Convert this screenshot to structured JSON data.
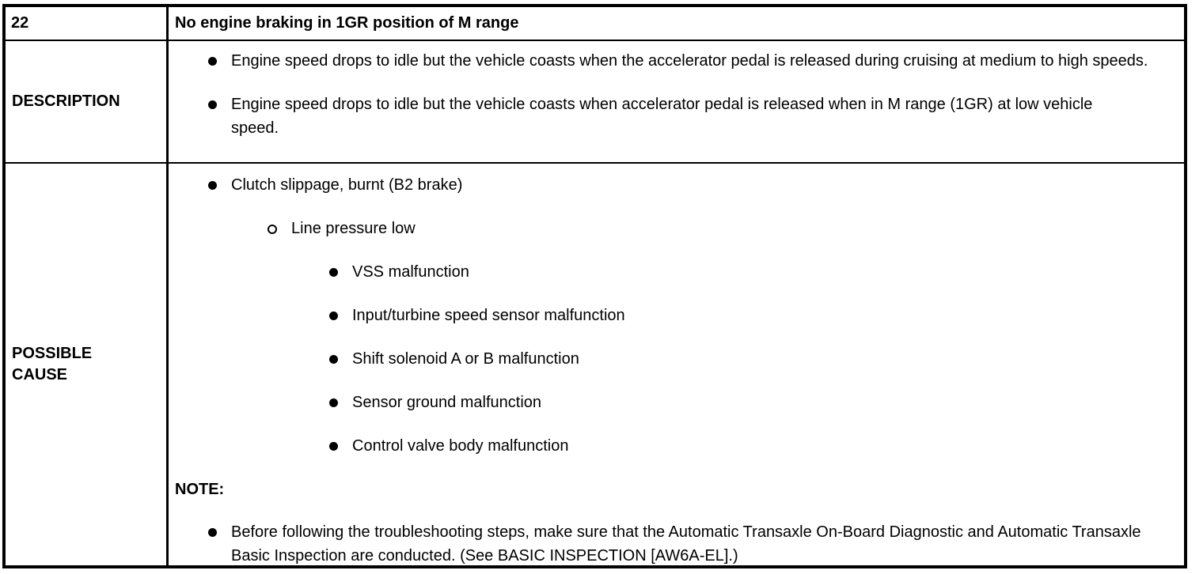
{
  "table": {
    "item_number": "22",
    "title": "No engine braking in 1GR position of M range",
    "description": {
      "label": "DESCRIPTION",
      "items": [
        "Engine speed drops to idle but the vehicle coasts when the accelerator pedal is released during cruising at medium to high speeds.",
        "Engine speed drops to idle but the vehicle coasts when accelerator pedal is released when in M range (1GR) at low vehicle speed."
      ]
    },
    "possible_cause": {
      "label": "POSSIBLE CAUSE",
      "items": [
        {
          "level": 1,
          "marker": "filled-bullet",
          "text": "Clutch slippage, burnt (B2 brake)"
        },
        {
          "level": 2,
          "marker": "open-circle",
          "text": "Line pressure low"
        },
        {
          "level": 3,
          "marker": "filled-bullet",
          "text": "VSS malfunction"
        },
        {
          "level": 3,
          "marker": "filled-bullet",
          "text": "Input/turbine speed sensor malfunction"
        },
        {
          "level": 3,
          "marker": "filled-bullet",
          "text": "Shift solenoid A or B malfunction"
        },
        {
          "level": 3,
          "marker": "filled-bullet",
          "text": "Sensor ground malfunction"
        },
        {
          "level": 3,
          "marker": "filled-bullet",
          "text": "Control valve body malfunction"
        }
      ],
      "note_label": "NOTE:",
      "note_items": [
        "Before following the troubleshooting steps, make sure that the Automatic Transaxle On-Board Diagnostic and Automatic Transaxle Basic Inspection are conducted. (See BASIC INSPECTION [AW6A-EL].)"
      ]
    }
  },
  "colors": {
    "text": "#000000",
    "border": "#000000",
    "background": "#ffffff"
  }
}
